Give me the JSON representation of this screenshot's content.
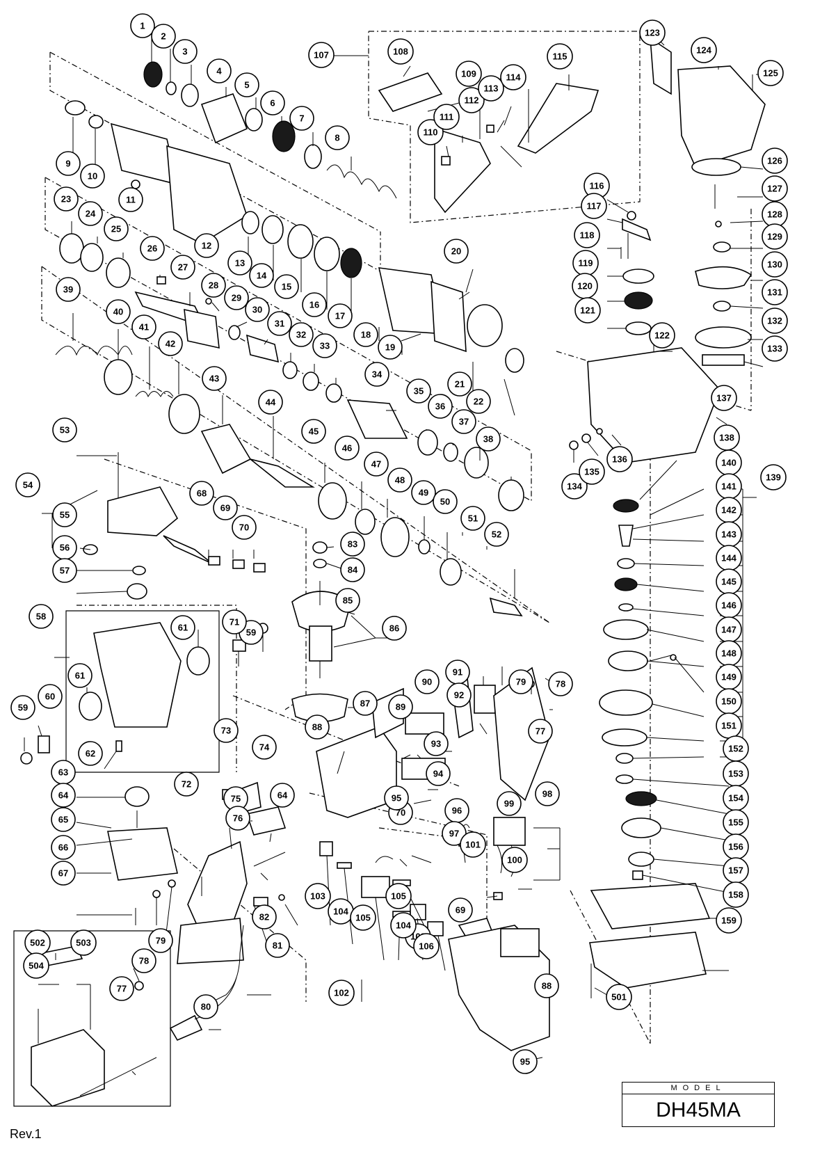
{
  "model": {
    "label": "MODEL",
    "name": "DH45MA"
  },
  "revision": "Rev.1",
  "callouts": [
    "1",
    "2",
    "3",
    "4",
    "5",
    "6",
    "7",
    "8",
    "9",
    "10",
    "11",
    "12",
    "13",
    "14",
    "15",
    "16",
    "17",
    "18",
    "19",
    "20",
    "21",
    "22",
    "23",
    "24",
    "25",
    "26",
    "27",
    "28",
    "29",
    "30",
    "31",
    "32",
    "33",
    "34",
    "35",
    "36",
    "37",
    "38",
    "39",
    "40",
    "41",
    "42",
    "43",
    "44",
    "45",
    "46",
    "47",
    "48",
    "49",
    "50",
    "51",
    "52",
    "53",
    "54",
    "55",
    "56",
    "57",
    "58",
    "59",
    "59",
    "60",
    "61",
    "61",
    "62",
    "63",
    "64",
    "64",
    "65",
    "66",
    "67",
    "68",
    "69",
    "69",
    "70",
    "70",
    "71",
    "72",
    "73",
    "74",
    "75",
    "76",
    "77",
    "77",
    "78",
    "78",
    "79",
    "79",
    "80",
    "81",
    "82",
    "83",
    "84",
    "85",
    "86",
    "87",
    "88",
    "88",
    "89",
    "90",
    "91",
    "92",
    "93",
    "94",
    "95",
    "95",
    "96",
    "97",
    "98",
    "99",
    "100",
    "101",
    "102",
    "103",
    "103",
    "104",
    "104",
    "105",
    "105",
    "106",
    "107",
    "108",
    "109",
    "110",
    "111",
    "112",
    "113",
    "114",
    "115",
    "116",
    "117",
    "118",
    "119",
    "120",
    "121",
    "122",
    "123",
    "124",
    "125",
    "126",
    "127",
    "128",
    "129",
    "130",
    "131",
    "132",
    "133",
    "134",
    "135",
    "136",
    "137",
    "138",
    "139",
    "140",
    "141",
    "142",
    "143",
    "144",
    "145",
    "146",
    "147",
    "148",
    "149",
    "150",
    "151",
    "152",
    "153",
    "154",
    "155",
    "156",
    "157",
    "158",
    "159",
    "501",
    "502",
    "503",
    "504"
  ]
}
